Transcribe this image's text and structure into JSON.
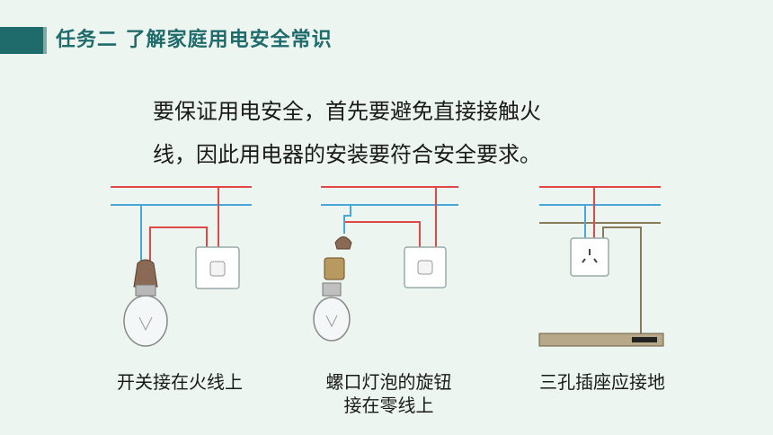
{
  "header": {
    "title": "任务二 了解家庭用电安全常识"
  },
  "main": {
    "paragraph_line1": "要保证用电安全，首先要避免直接接触火",
    "paragraph_line2": "线，因此用电器的安装要符合安全要求。"
  },
  "diagrams": [
    {
      "caption": "开关接在火线上"
    },
    {
      "caption_line1": "螺口灯泡的旋钮",
      "caption_line2": "接在零线上"
    },
    {
      "caption": "三孔插座应接地"
    }
  ],
  "colors": {
    "title": "#1f6b6c",
    "live_wire": "#e04848",
    "neutral_wire": "#4aa6d8",
    "ground_wire": "#8a7a5a"
  }
}
